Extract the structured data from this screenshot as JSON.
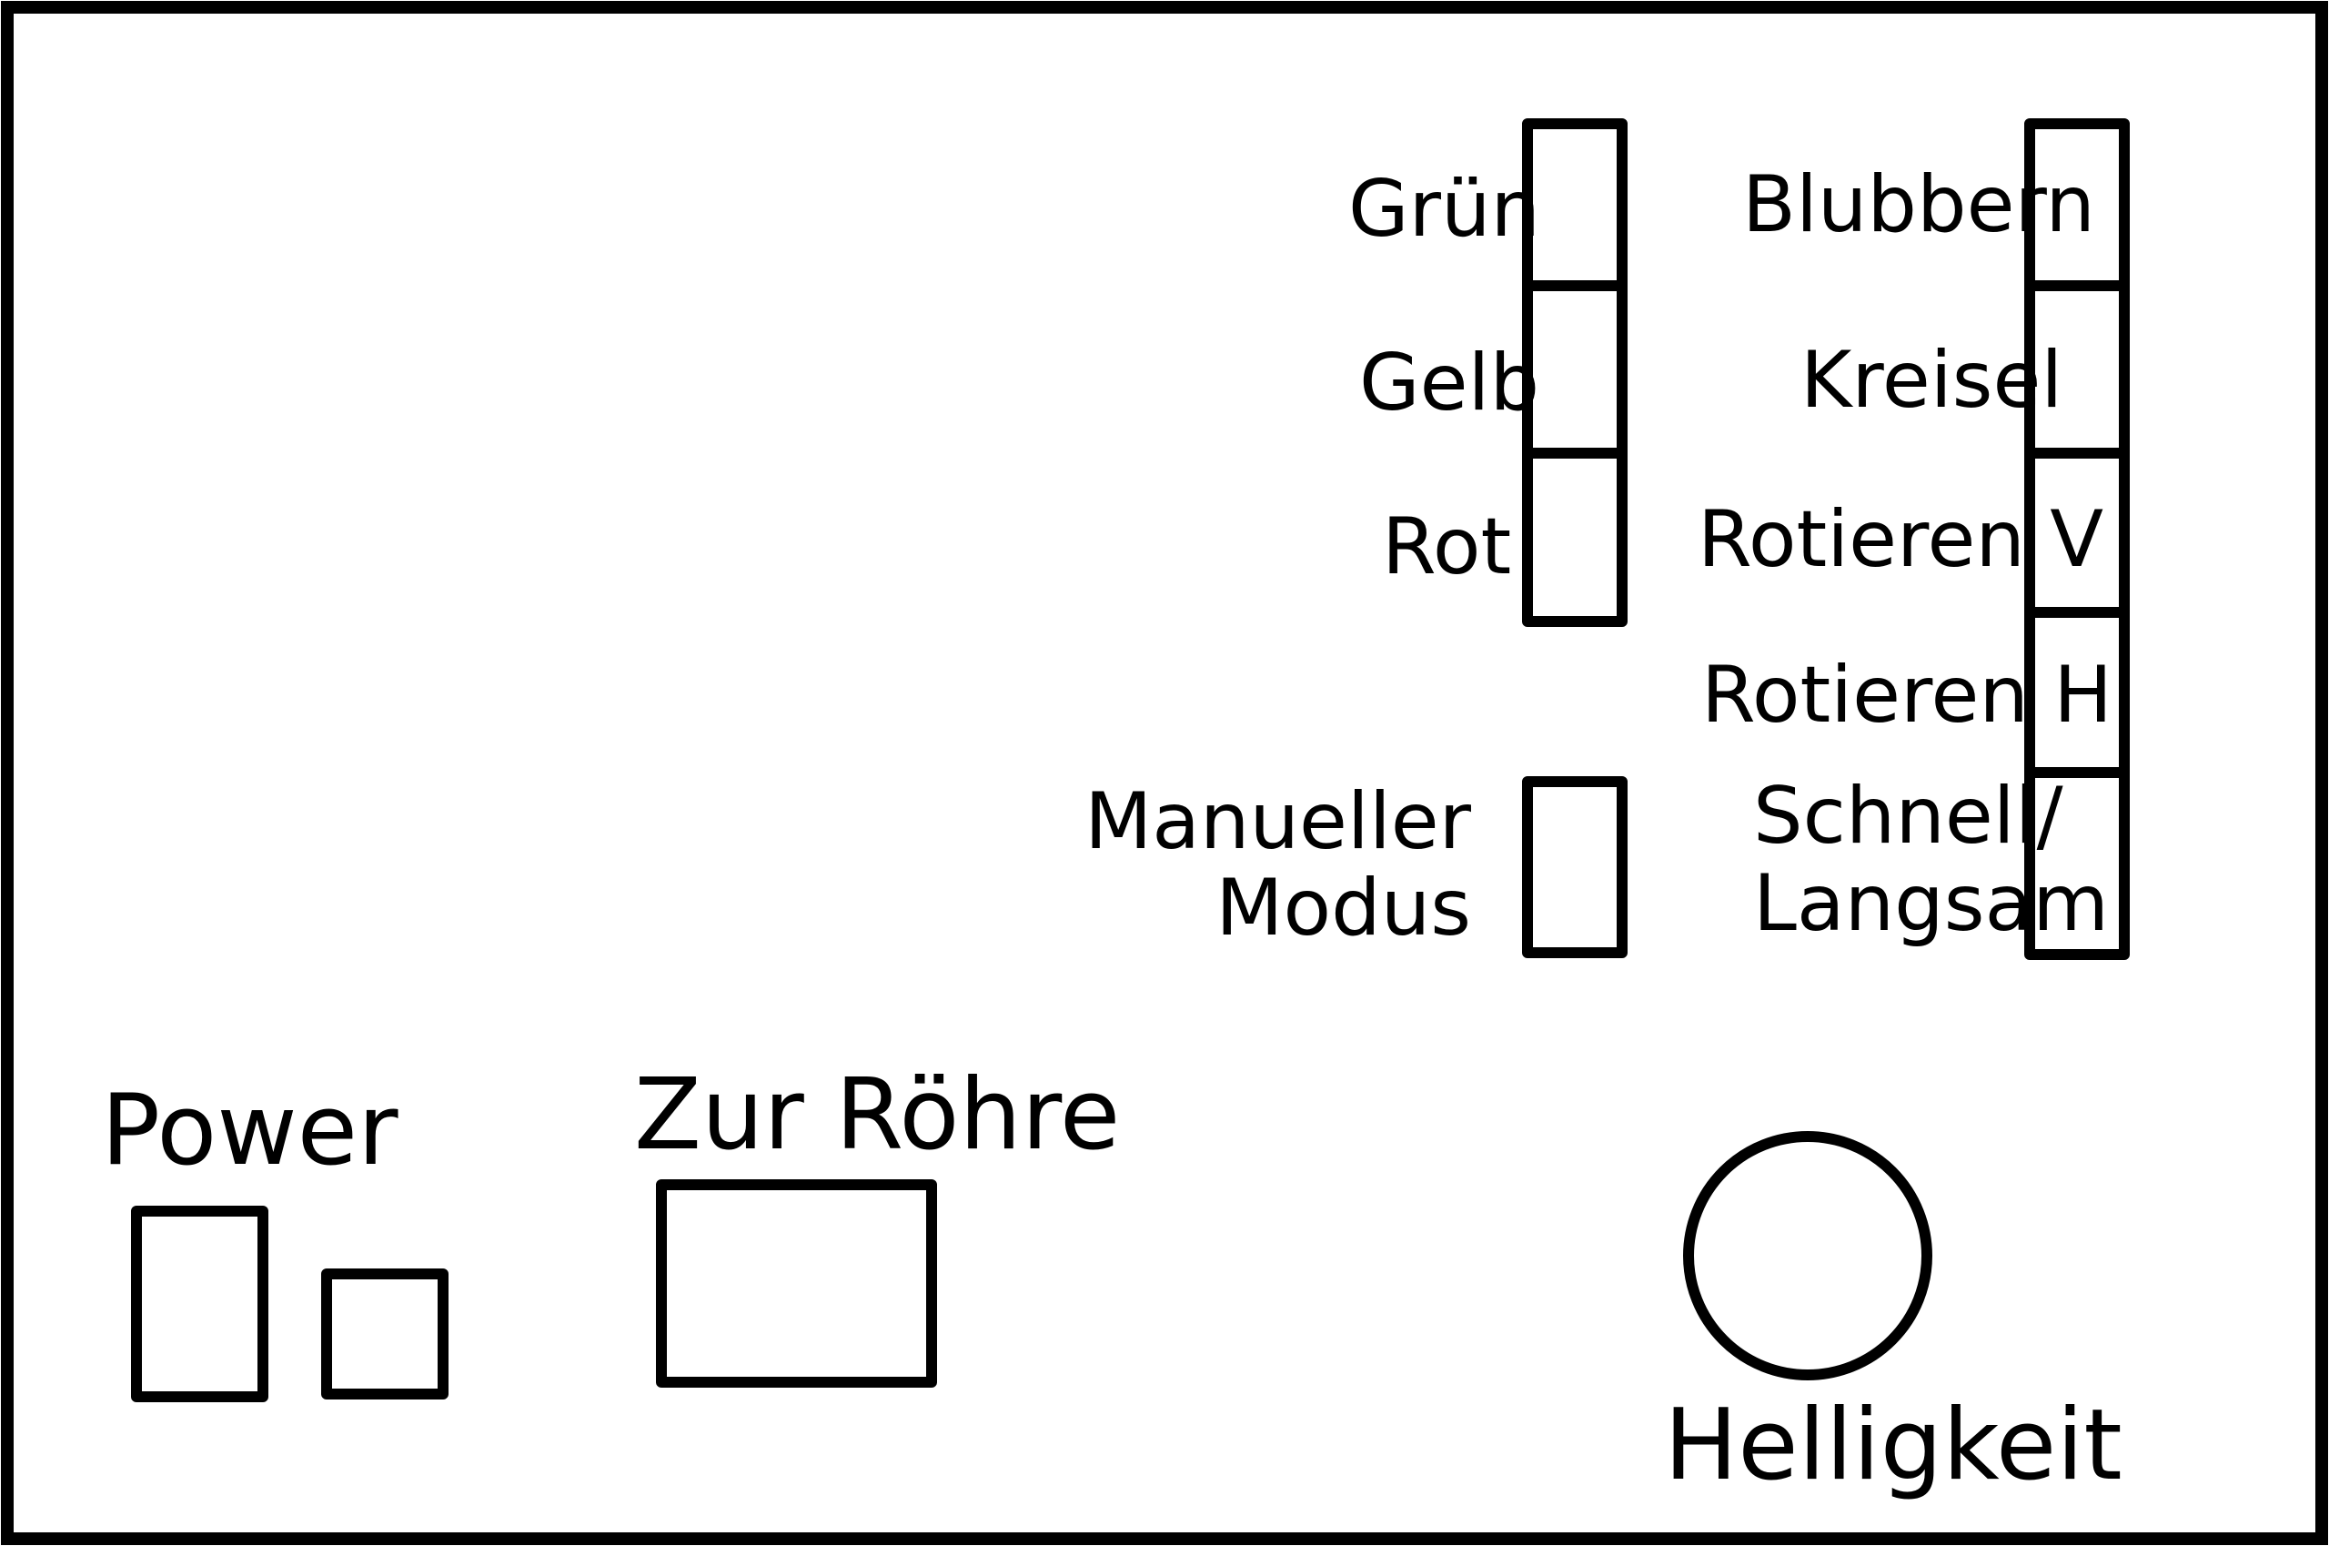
{
  "panel": {
    "colors": {
      "stroke": "#000000",
      "background": "#ffffff"
    },
    "color_switches": [
      "Grün",
      "Gelb",
      "Rot"
    ],
    "effect_switches": [
      "Blubbern",
      "Kreisel",
      "Rotieren V",
      "Rotieren H"
    ],
    "speed_switch": [
      "Schnell/",
      "Langsam"
    ],
    "manual_mode": [
      "Manueller",
      "Modus"
    ],
    "power_label": "Power",
    "tube_label": "Zur Röhre",
    "brightness_label": "Helligkeit"
  }
}
